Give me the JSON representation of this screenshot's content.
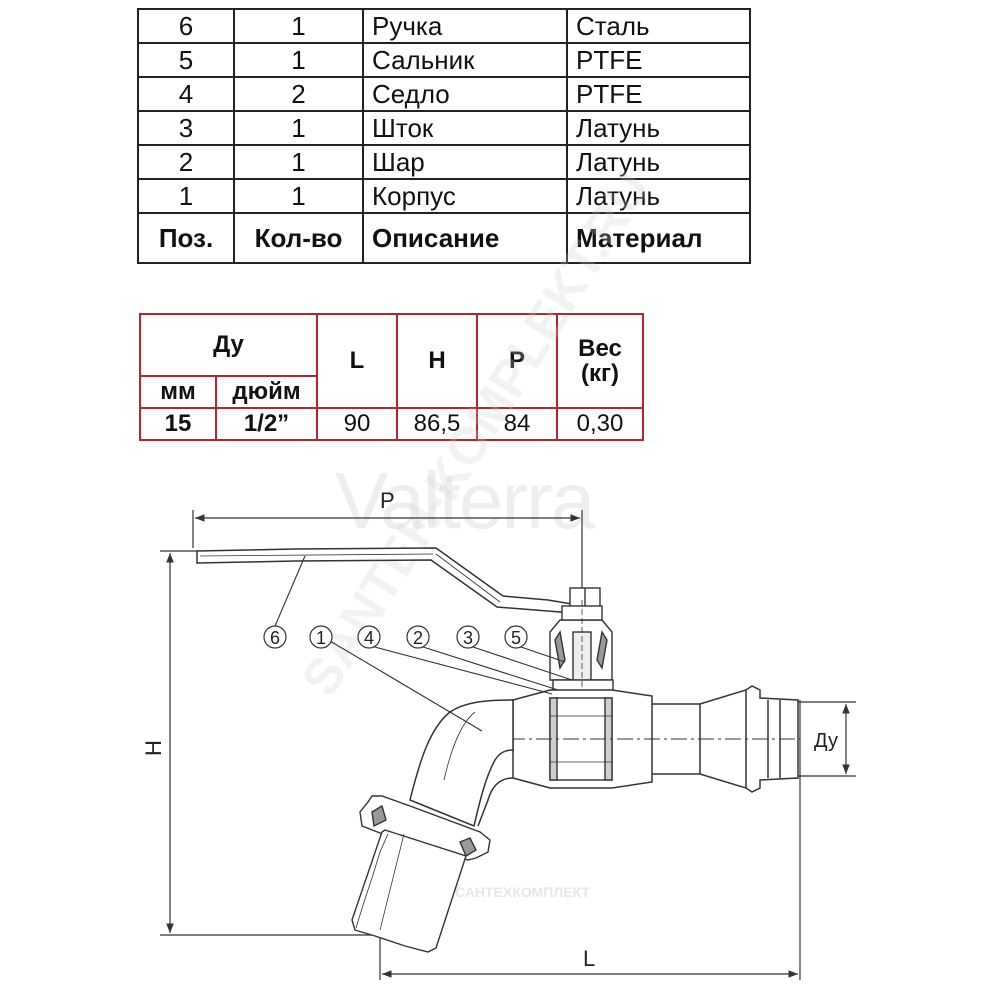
{
  "parts_table": {
    "rows": [
      {
        "pos": "6",
        "qty": "1",
        "desc": "Ручка",
        "material": "Сталь"
      },
      {
        "pos": "5",
        "qty": "1",
        "desc": "Сальник",
        "material": "PTFE"
      },
      {
        "pos": "4",
        "qty": "2",
        "desc": "Седло",
        "material": "PTFE"
      },
      {
        "pos": "3",
        "qty": "1",
        "desc": "Шток",
        "material": "Латунь"
      },
      {
        "pos": "2",
        "qty": "1",
        "desc": "Шар",
        "material": "Латунь"
      },
      {
        "pos": "1",
        "qty": "1",
        "desc": "Корпус",
        "material": "Латунь"
      }
    ],
    "header": {
      "pos": "Поз.",
      "qty": "Кол-во",
      "desc": "Описание",
      "material": "Материал"
    }
  },
  "dims_table": {
    "dn_header": "Ду",
    "mm_header": "мм",
    "inch_header": "дюйм",
    "l_header": "L",
    "h_header": "H",
    "p_header": "P",
    "weight_header": "Вес\n(кг)",
    "row": {
      "mm": "15",
      "inch": "1/2”",
      "l": "90",
      "h": "86,5",
      "p": "84",
      "weight": "0,30"
    }
  },
  "drawing": {
    "labels": {
      "p": "P",
      "h": "H",
      "l": "L",
      "dn": "Ду"
    },
    "callouts": [
      "6",
      "1",
      "4",
      "2",
      "3",
      "5"
    ],
    "watermark_brand": "Valterra",
    "watermark_site": "SANTEH-KOMPLEKT.RU",
    "watermark_small": "САНТЕХКОМПЛЕКТ"
  },
  "colors": {
    "table_border": "#222222",
    "dims_border": "#b0282d",
    "line": "#333333"
  }
}
